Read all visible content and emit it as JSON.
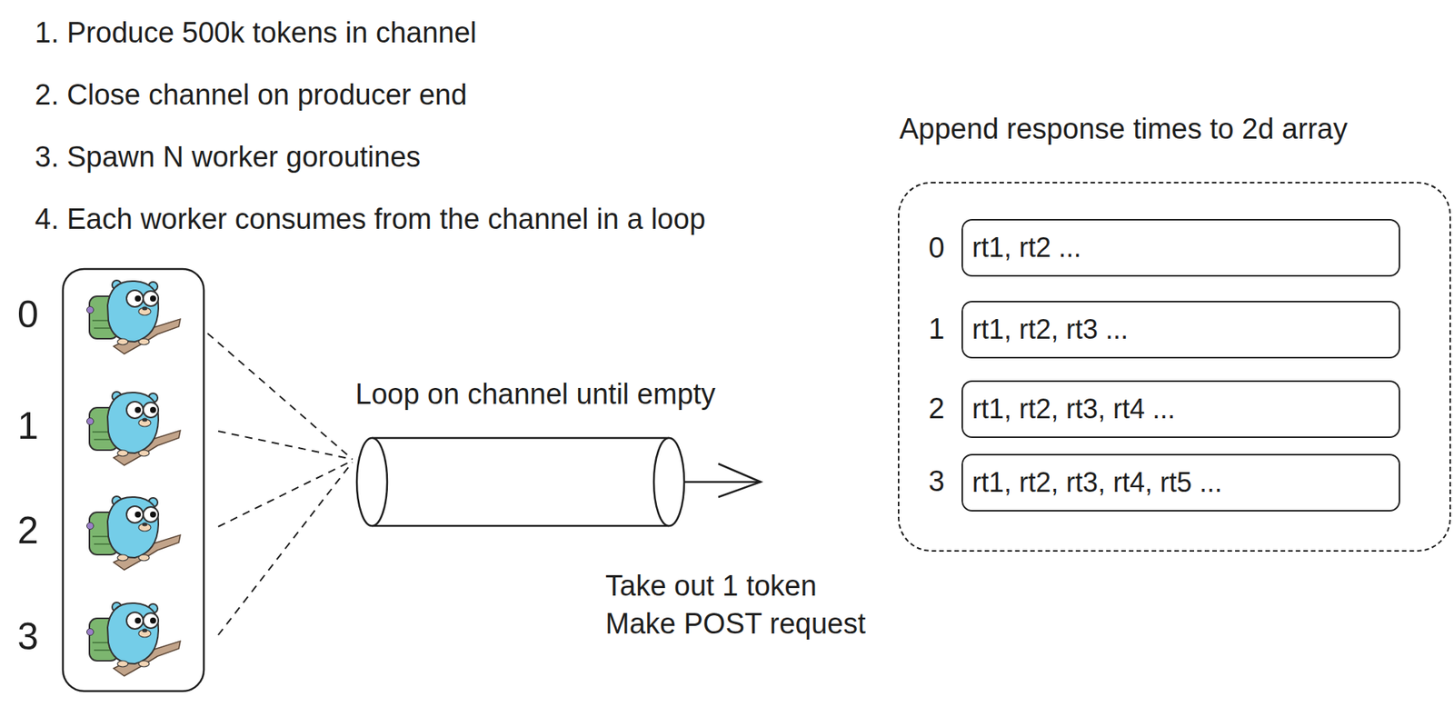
{
  "diagram": {
    "nodes": [
      {
        "text": [
          "Append response times to 2d array"
        ]
      },
      {
        "text": [
          "rt1, rt2 ..."
        ],
        "in": 0
      },
      {
        "text": [
          "rt1, rt2, rt3 ..."
        ],
        "in": 0
      },
      {
        "text": [
          "rt1, rt2, rt3, rt4 ..."
        ],
        "in": 0
      },
      {
        "text": [
          "rt1, rt2, rt3, rt4, rt5 ..."
        ],
        "in": 0
      },
      {
        "text": [
          "Loop on channel until empty"
        ]
      }
    ],
    "labels": [
      "1. Produce 500k tokens in channel",
      "2. Close channel on producer end",
      "3. Spawn N worker goroutines",
      "4. Each worker consumes from the channel in a loop",
      "0",
      "1",
      "2",
      "3",
      "0",
      "1",
      "2",
      "3",
      "Take out 1 token",
      "Make POST request"
    ]
  }
}
